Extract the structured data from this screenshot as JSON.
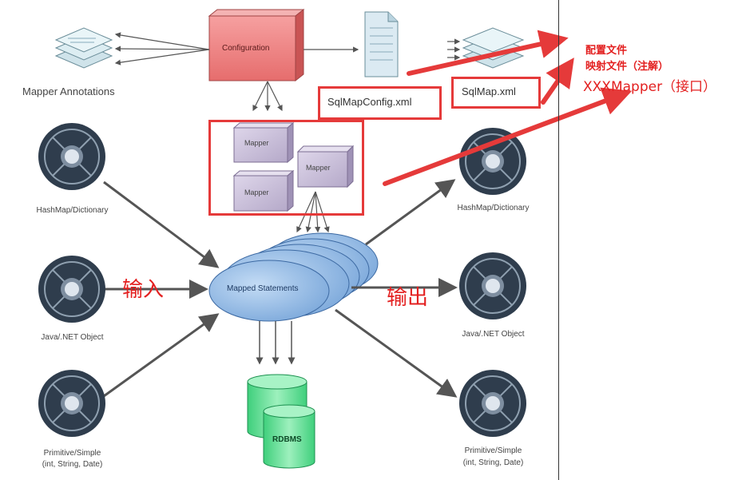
{
  "labels": {
    "configuration": "Configuration",
    "mapper_annotations": "Mapper Annotations",
    "sqlmapconfig": "SqlMapConfig.xml",
    "sqlmap": "SqlMap.xml",
    "mapper": "Mapper",
    "mapped_statements": "Mapped Statements",
    "rdbms": "RDBMS",
    "hashmap": "HashMap/Dictionary",
    "javanet": "Java/.NET Object",
    "primitive_line1": "Primitive/Simple",
    "primitive_line2": "(int, String, Date)"
  },
  "annotations": {
    "config_file": "配置文件",
    "mapping_file": "映射文件（注解）",
    "mapper_interface": "XXXMapper（接口）",
    "input": "输入",
    "output": "输出"
  },
  "colors": {
    "red": "#e53a3a",
    "configuration_fill": "#f08a8a",
    "mapper_fill": "#c9bfd8",
    "ellipse_fill": "#9cc0e6",
    "db_fill": "#66dd99",
    "node_dark": "#3a4a5c"
  }
}
